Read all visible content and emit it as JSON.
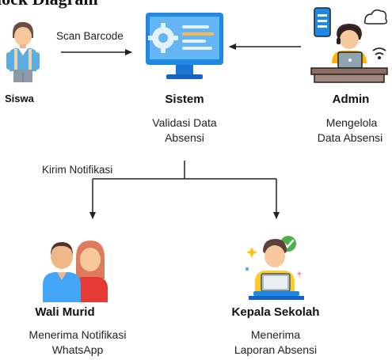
{
  "title": "lock Diagram",
  "nodes": {
    "siswa": {
      "name": "Siswa"
    },
    "sistem": {
      "name": "Sistem",
      "desc_line1": "Validasi Data",
      "desc_line2": "Absensi"
    },
    "admin": {
      "name": "Admin",
      "desc_line1": "Mengelola",
      "desc_line2": "Data Absensi"
    },
    "wali": {
      "name": "Wali Murid",
      "desc_line1": "Menerima Notifikasi",
      "desc_line2": "WhatsApp"
    },
    "kepala": {
      "name": "Kepala Sekolah",
      "desc_line1": "Menerima",
      "desc_line2": "Laporan Absensi"
    }
  },
  "edges": {
    "scan": "Scan Barcode",
    "kirim": "Kirim Notifikasi"
  },
  "icons": {
    "siswa": "student-icon",
    "sistem": "monitor-gear-icon",
    "admin": "admin-laptop-icon",
    "wali": "parents-icon",
    "kepala": "principal-laptop-icon"
  },
  "colors": {
    "monitor_blue": "#1E88E5",
    "monitor_screen": "#42A5F5",
    "check_green": "#4CAF50",
    "arrow": "#222222"
  }
}
